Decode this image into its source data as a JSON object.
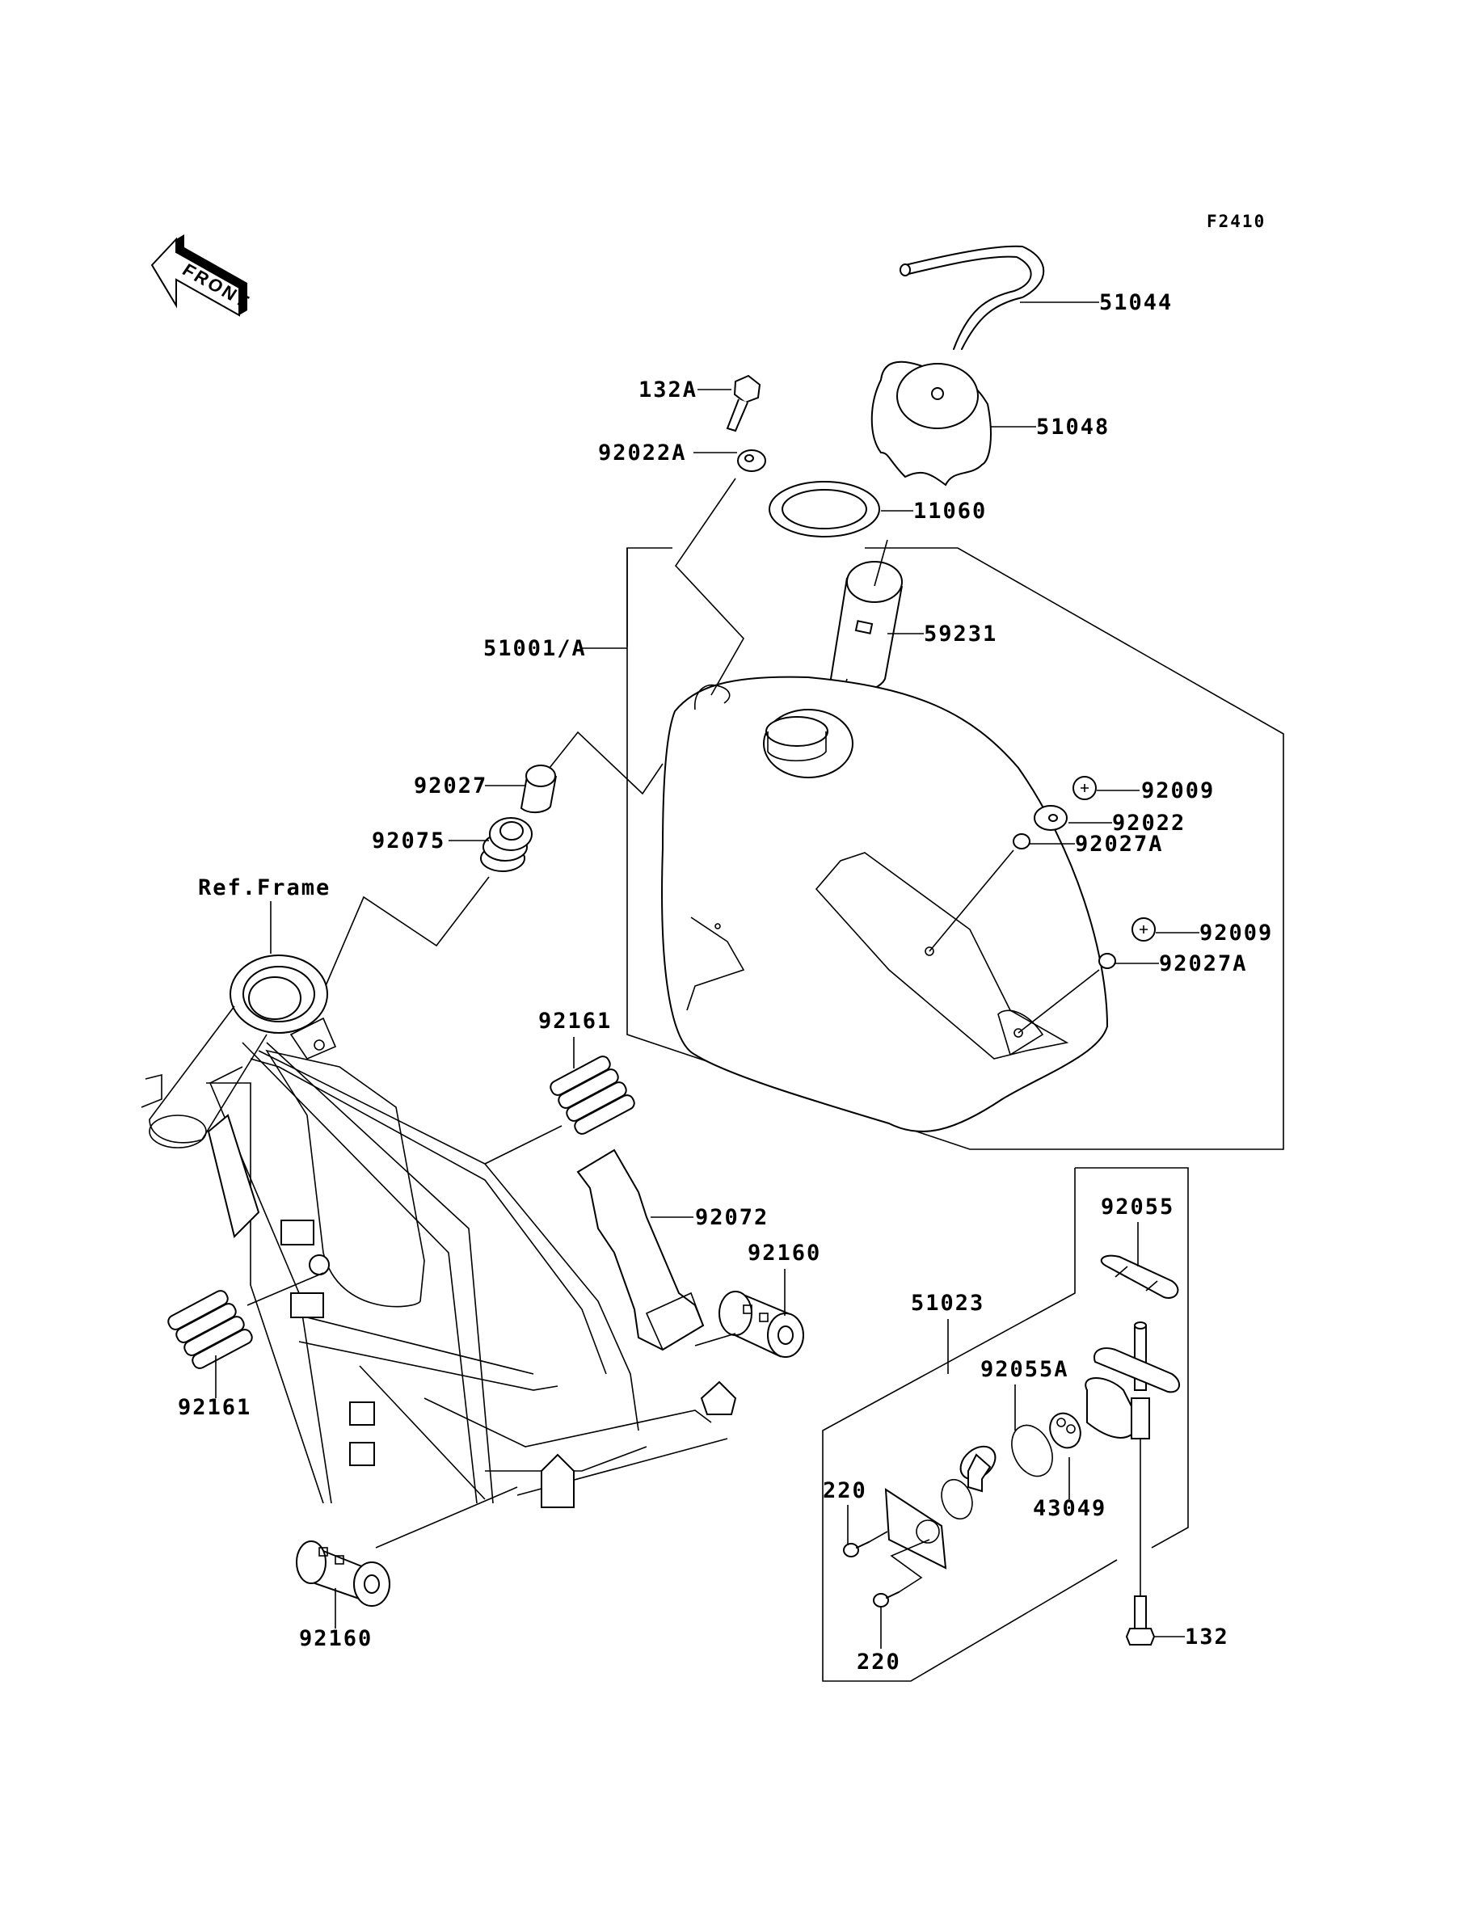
{
  "figure_id": "F2410",
  "front_indicator": "FRONT",
  "reference_label": "Ref.Frame",
  "callouts": {
    "hose": "51044",
    "cap": "51048",
    "bolt_top": "132A",
    "washer_top": "92022A",
    "gasket_cap": "11060",
    "tank_assy": "51001/A",
    "filter": "59231",
    "collar": "92027",
    "damper": "92075",
    "screw_1": "92009",
    "washer_side": "92022",
    "collar_a_1": "92027A",
    "screw_2": "92009",
    "collar_a_2": "92027A",
    "pad_upper": "92161",
    "band": "92072",
    "damper_right": "92160",
    "pad_lower": "92161",
    "damper_bottom": "92160",
    "cock_assy": "51023",
    "gasket_cock": "92055",
    "oring": "92055A",
    "gasket_plate": "43049",
    "screw_cock_1": "220",
    "screw_cock_2": "220",
    "bolt_cock": "132"
  }
}
